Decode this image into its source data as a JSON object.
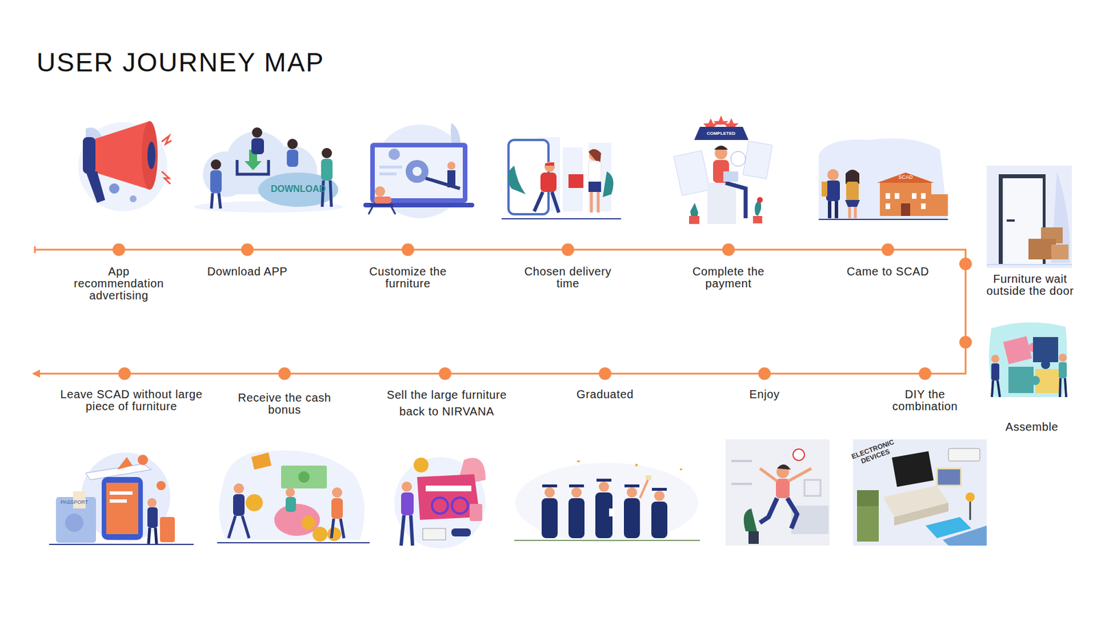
{
  "diagram": {
    "title": "USER JOURNEY MAP",
    "labels": [
      "App recommendation advertising",
      "Download APP",
      "Customize the furniture",
      "Chosen delivery time",
      "Complete the payment",
      "Came to SCAD",
      "Furniture wait outside the door",
      "Assemble",
      "DIY the combination",
      "Enjoy",
      "Graduated",
      "Sell the large furniture back to NIRVANA",
      "Receive the cash bonus",
      "Leave SCAD without large piece of furniture",
      "DOWNLOAD",
      "COMPLETED",
      "SCAD",
      "PASSPORT",
      "ELECTRONIC DEVICES"
    ]
  }
}
